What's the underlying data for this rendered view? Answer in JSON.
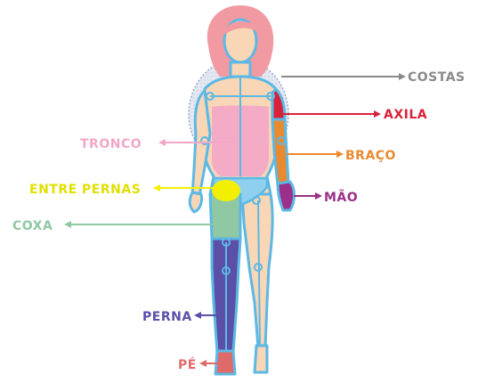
{
  "labels": {
    "costas": "COSTAS",
    "axila": "AXILA",
    "tronco": "TRONCO",
    "braco": "BRAÇO",
    "entre_pernas": "ENTRE PERNAS",
    "mao": "MÃO",
    "coxa": "COXA",
    "perna": "PERNA",
    "pe": "PÉ"
  },
  "colors": {
    "costas": "#8a8a8a",
    "axila": "#d9223a",
    "tronco": "#f2a6c8",
    "braco": "#e98a2e",
    "entre_pernas": "#f2f000",
    "mao": "#9b2f8a",
    "coxa": "#8fc8a2",
    "perna": "#5b4fa8",
    "pe": "#e06a6a",
    "skin": "#f8d6b6",
    "outline": "#5cb8e4",
    "hair": "#f29aa2",
    "back_area": "#cdd7e8"
  }
}
